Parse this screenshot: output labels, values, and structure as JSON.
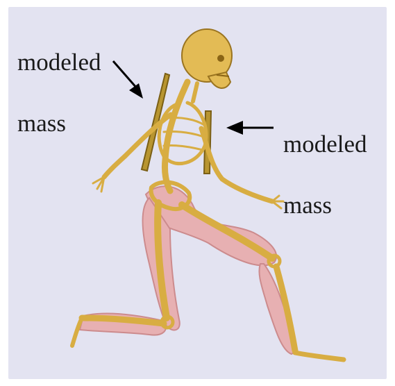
{
  "labels": {
    "left_line1": "modeled",
    "left_line2": "mass",
    "right_line1": "modeled",
    "right_line2": "mass"
  },
  "colors": {
    "background": "#e3e3f1",
    "bone": "#d8ad42",
    "bone_dark": "#9a7420",
    "muscle": "#e8a8a8",
    "muscle_dark": "#c97c7c",
    "mass_plate": "#b89530",
    "arrow": "#000000"
  }
}
